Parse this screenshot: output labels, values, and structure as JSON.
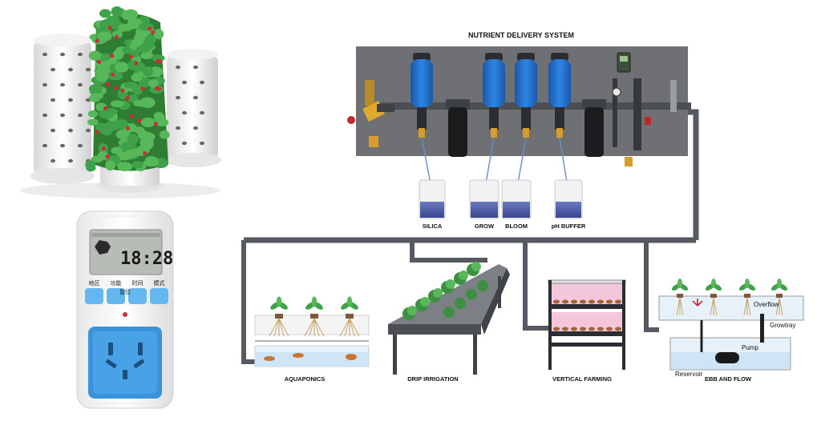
{
  "diagram": {
    "title": "NUTRIENT DELIVERY SYSTEM",
    "tanks": [
      {
        "label": "SILICA"
      },
      {
        "label": "GROW"
      },
      {
        "label": "BLOOM"
      },
      {
        "label": "pH BUFFER"
      }
    ],
    "systems": {
      "aquaponics": "AQUAPONICS",
      "drip": "DRIP IRRIGATION",
      "vertical": "VERTICAL FARMING",
      "ebb": "EBB AND FLOW"
    },
    "ebb_labels": {
      "overflow": "Overflow",
      "growtray": "Growtray",
      "pump": "Pump",
      "reservoir": "Reservoir"
    }
  },
  "timer": {
    "time": "18:28",
    "buttons": [
      "地区",
      "功能",
      "时间",
      "模式"
    ],
    "small_label": "复位"
  },
  "colors": {
    "panel": "#6f7073",
    "pipe": "#555a60",
    "doser": "#1f6fd0",
    "socket": "#3b93db",
    "button": "#64b7ef",
    "water": "#4a5aa6",
    "leaf": "#3fa24a",
    "berry": "#d2283a",
    "grow_light": "#f3c6d9"
  }
}
